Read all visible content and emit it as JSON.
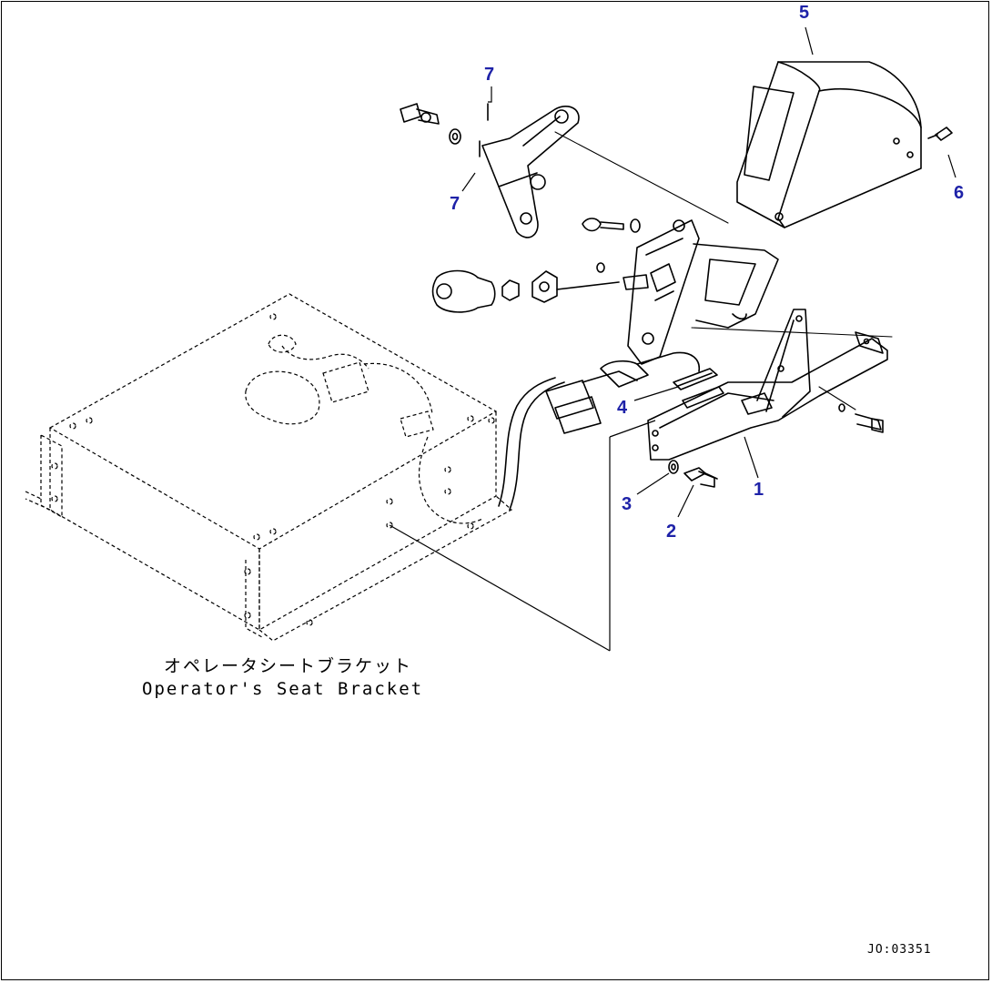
{
  "callouts": [
    {
      "id": "part-1",
      "label": "1"
    },
    {
      "id": "part-2",
      "label": "2"
    },
    {
      "id": "part-3",
      "label": "3"
    },
    {
      "id": "part-4",
      "label": "4"
    },
    {
      "id": "part-5",
      "label": "5"
    },
    {
      "id": "part-6",
      "label": "6"
    },
    {
      "id": "part-7a",
      "label": "7"
    },
    {
      "id": "part-7b",
      "label": "7"
    }
  ],
  "seat_bracket": {
    "label_jp": "オペレータシートブラケット",
    "label_en": "Operator's Seat Bracket"
  },
  "drawing_number": "JO:03351",
  "colors": {
    "callout": "#1e22a8",
    "line": "#000000",
    "background": "#ffffff"
  }
}
